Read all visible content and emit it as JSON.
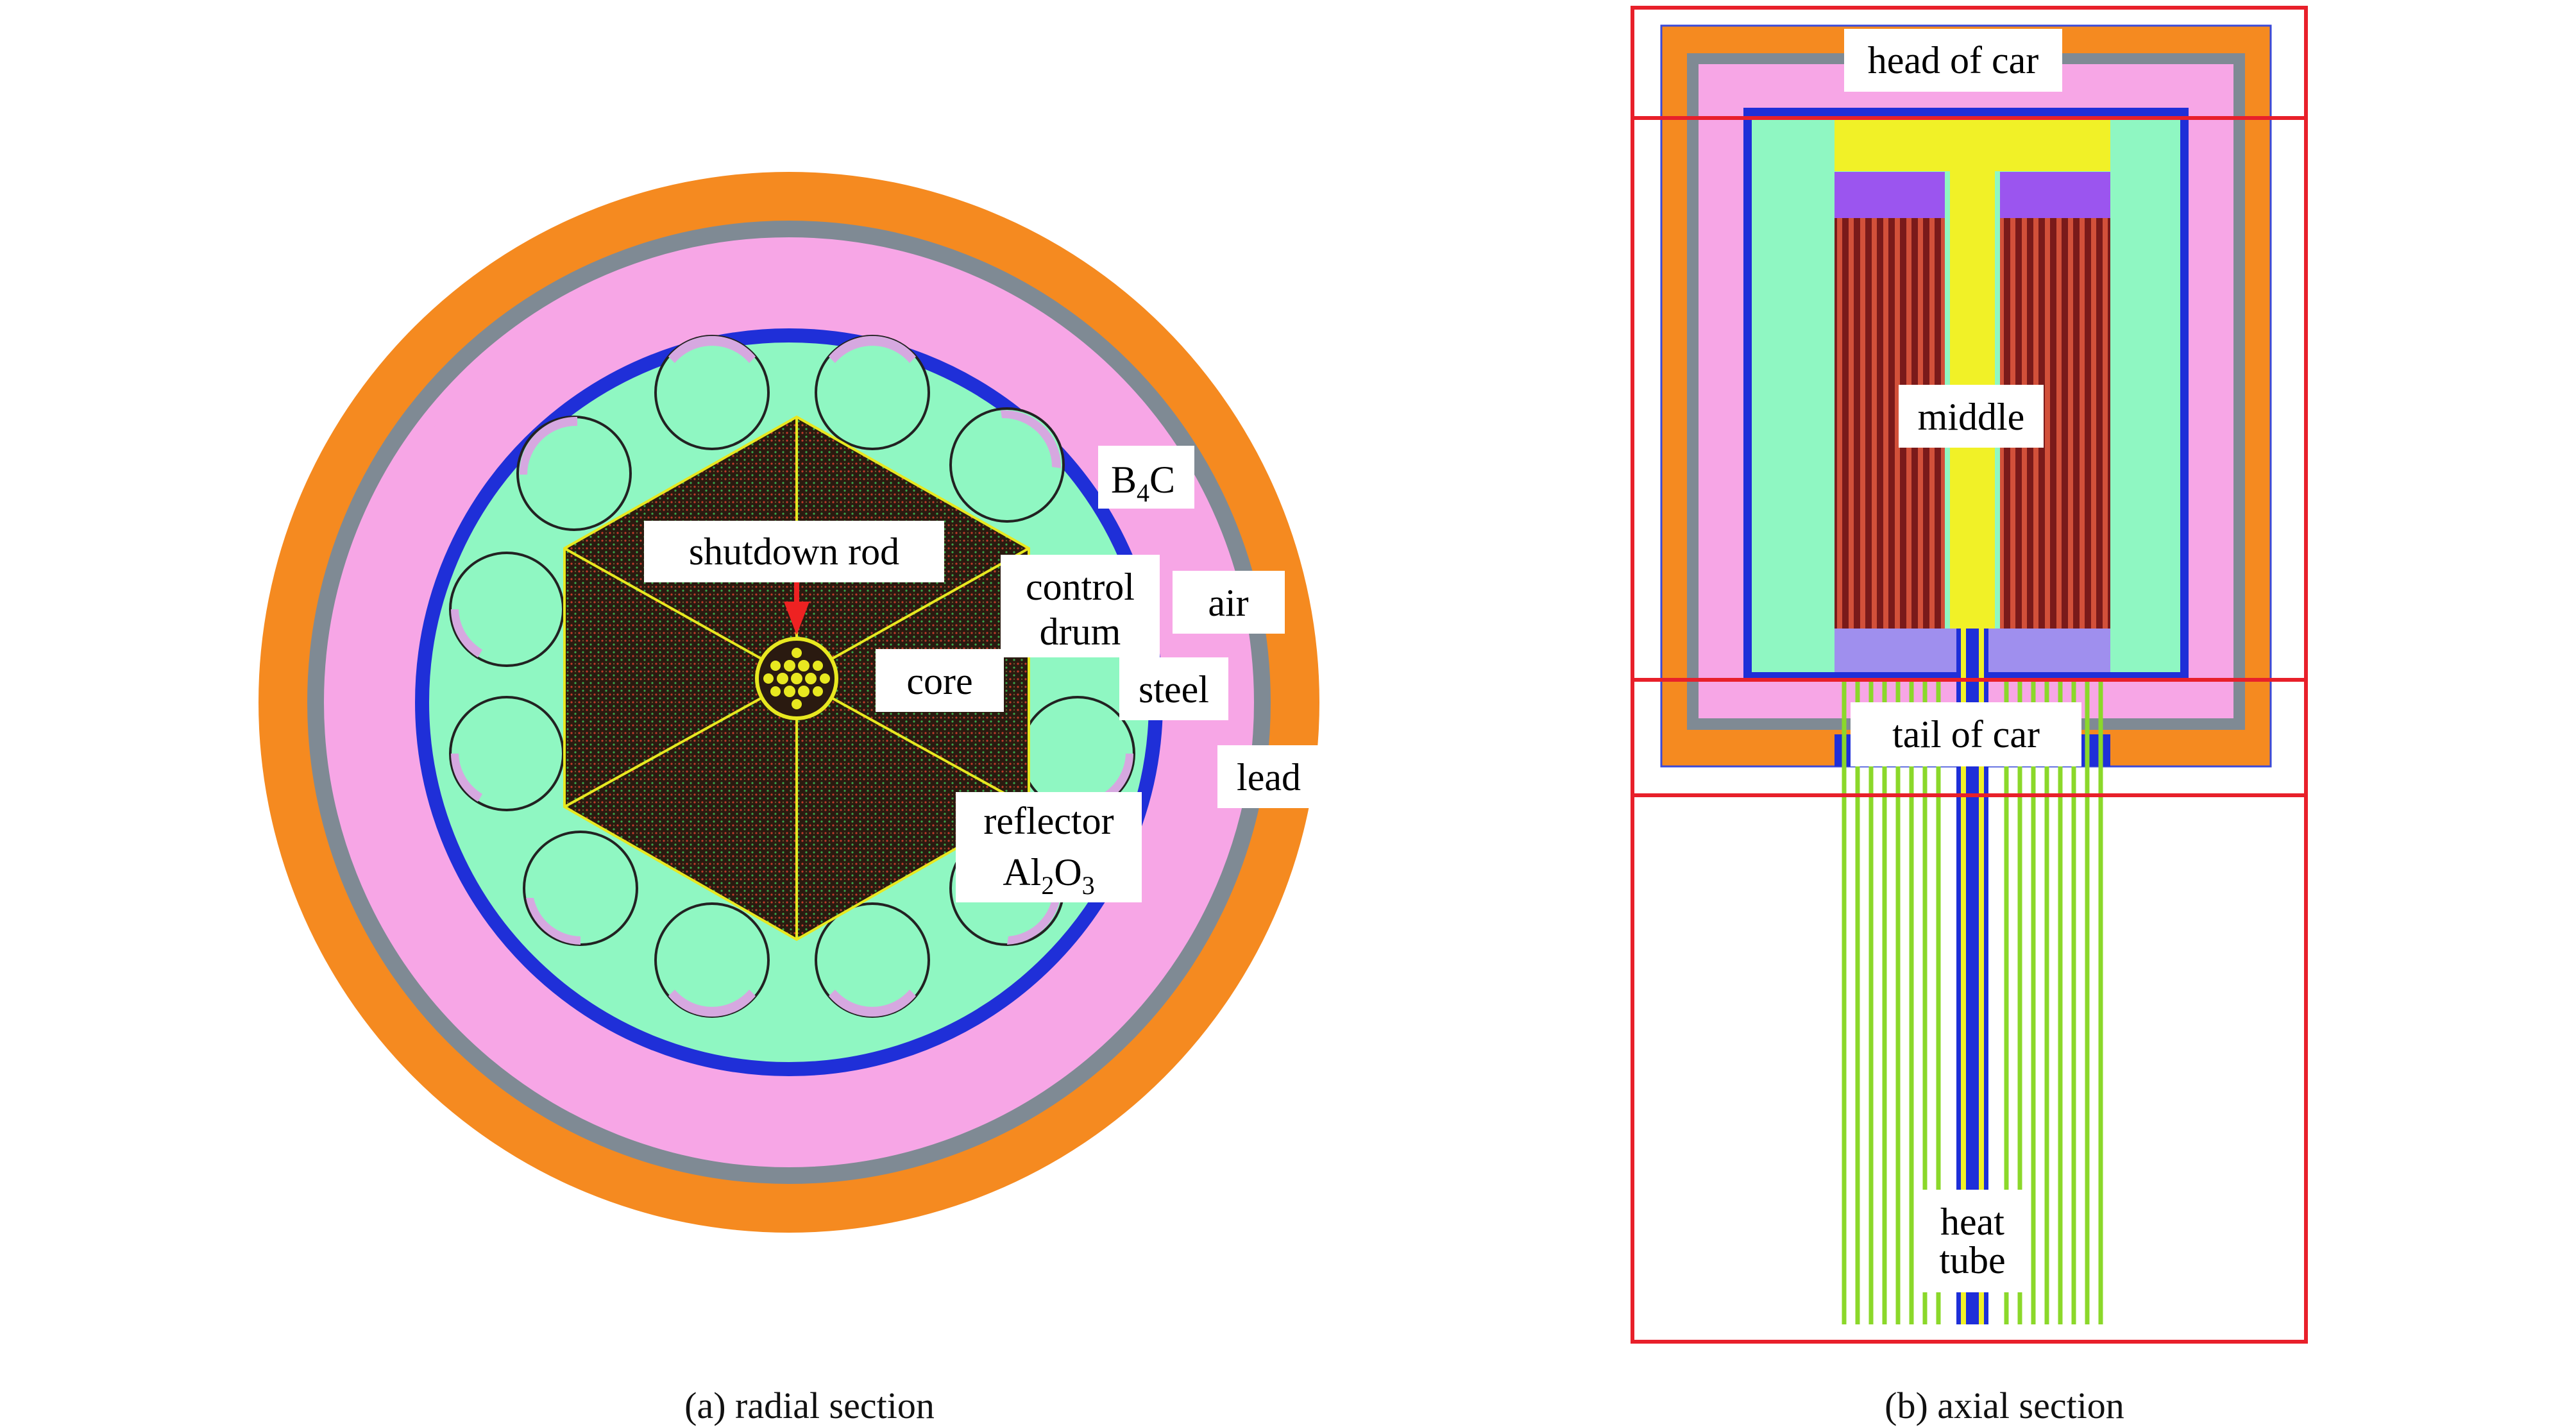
{
  "colors": {
    "lead": "#f58a20",
    "steel": "#7f8a94",
    "air": "#f7a6e6",
    "b4c": "#1f2fd8",
    "reflector": "#8ff7c2",
    "core": "#2a1a10",
    "drum_arc": "#b89ad0",
    "axis_line": "#e8e820",
    "shutdown_arrow": "#ee2222",
    "fuel_bundle": "#b33c2a",
    "fuel_plenum": "#9b55ef",
    "plenum_lower": "#9f8fee",
    "heat_tube": "#8bd82a",
    "yellow_column": "#f1f127",
    "frame": "#e8202a"
  },
  "radial": {
    "labels": {
      "b4c_main": "B",
      "b4c_sub": "4",
      "b4c_tail": "C",
      "shutdown_rod": "shutdown rod",
      "control_drum_1": "control",
      "control_drum_2": "drum",
      "air": "air",
      "core": "core",
      "steel": "steel",
      "lead": "lead",
      "reflector_1": "reflector",
      "reflector_2_a": "Al",
      "reflector_2_b": "2",
      "reflector_2_c": "O",
      "reflector_2_d": "3"
    },
    "caption": "(a) radial section"
  },
  "axial": {
    "labels": {
      "head_of_car": "head of car",
      "middle": "middle",
      "tail_of_car": "tail of car",
      "heat_tube_1": "heat",
      "heat_tube_2": "tube"
    },
    "caption": "(b) axial section"
  }
}
